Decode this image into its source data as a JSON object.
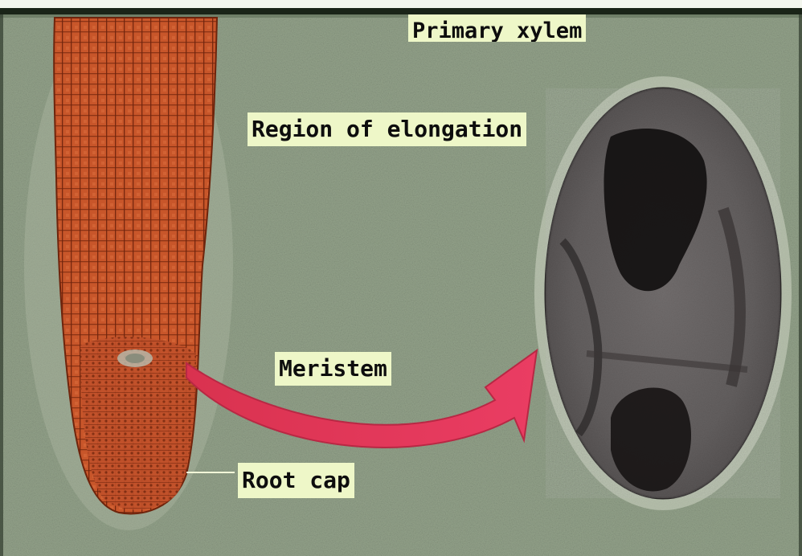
{
  "labels": {
    "primary_xylem": "Primary xylem",
    "region_of_elongation": "Region of elongation",
    "meristem": "Meristem",
    "root_cap": "Root cap"
  },
  "colors": {
    "background": "#8f9e86",
    "frame": "#1a2418",
    "root_tissue": "#c8562a",
    "label_background": "#eef7c8",
    "arrow": "#e23a5e",
    "magnified_cell": "#5a5656"
  }
}
